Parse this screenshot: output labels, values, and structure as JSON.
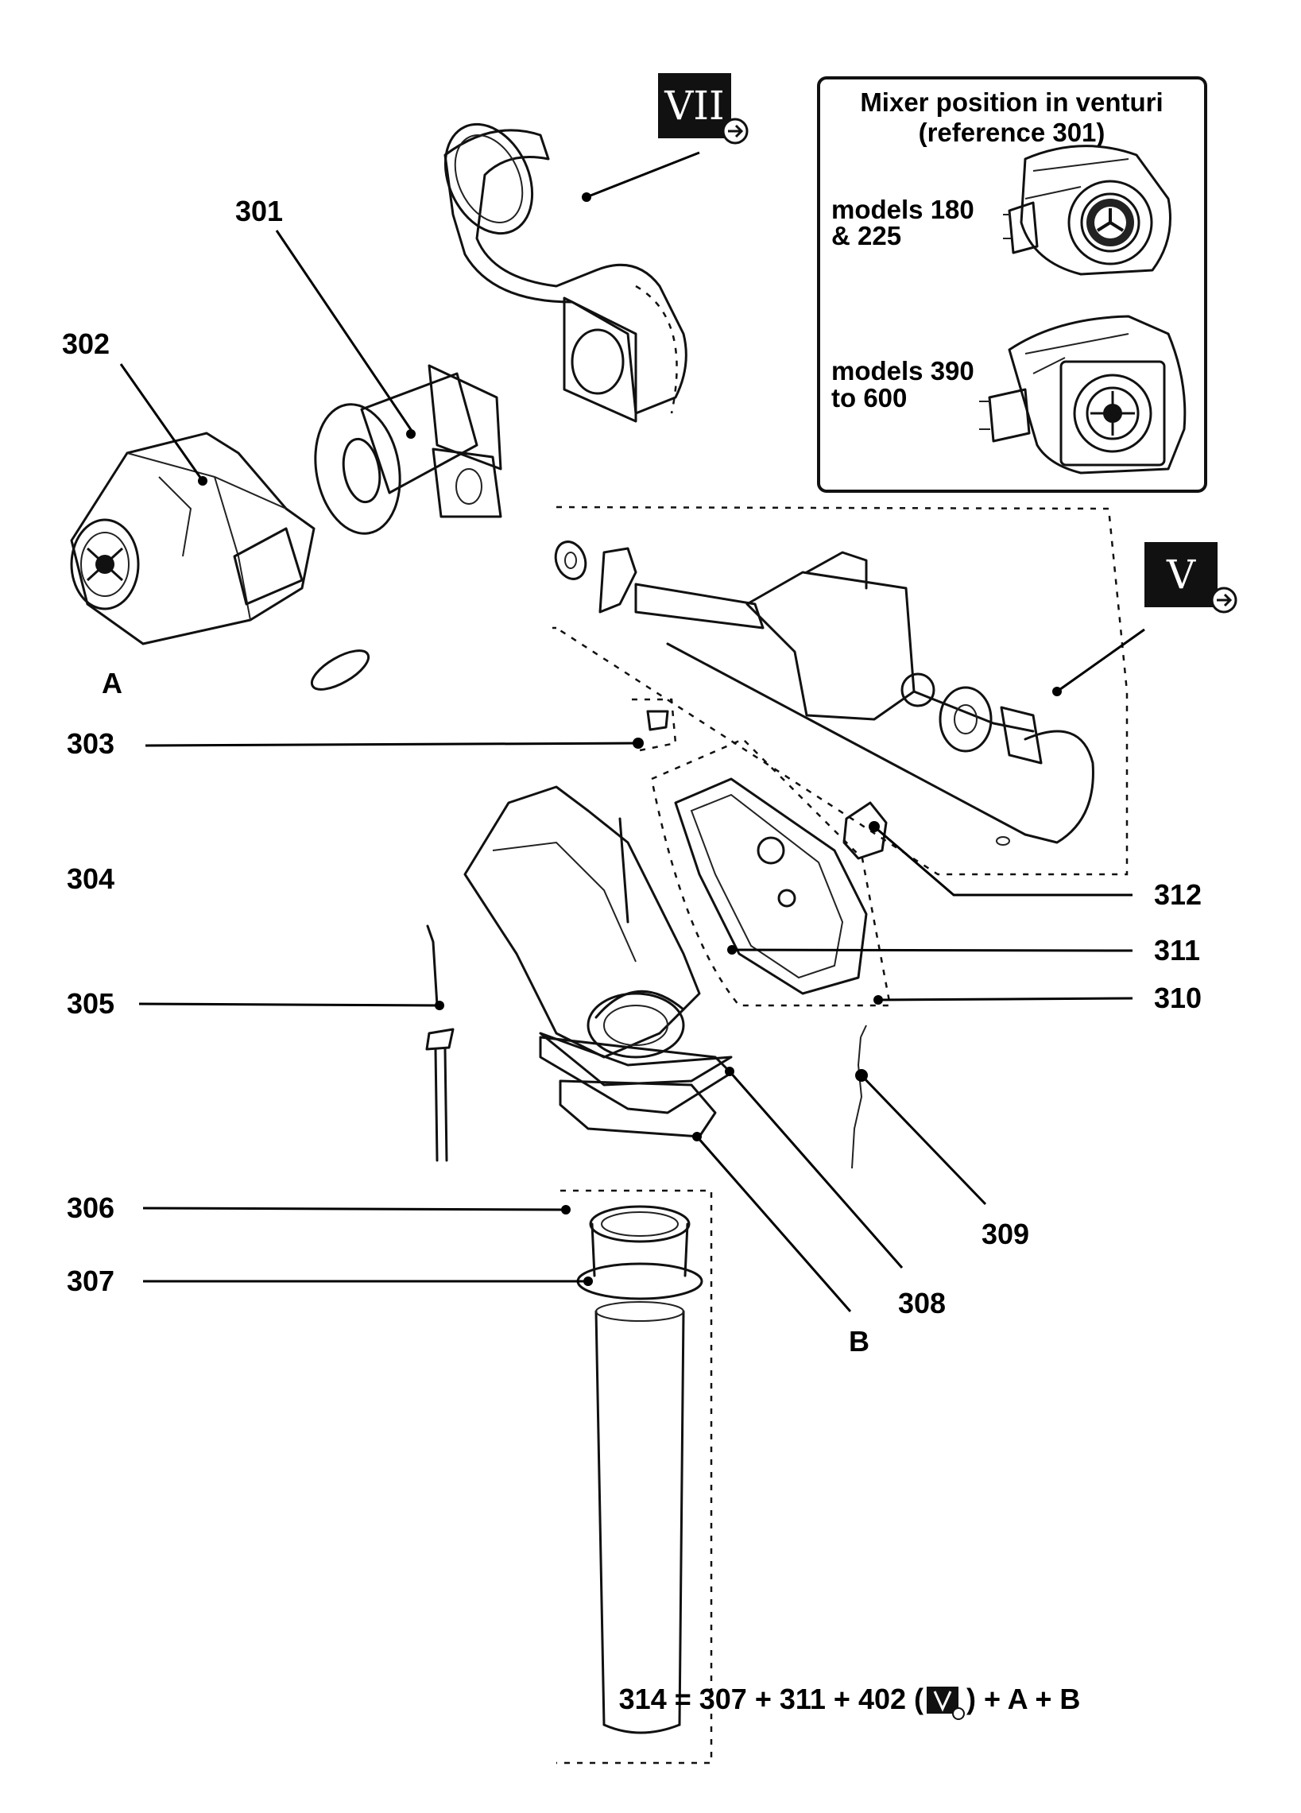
{
  "labels": {
    "p301": "301",
    "p302": "302",
    "p303": "303",
    "p304": "304",
    "p305": "305",
    "p306": "306",
    "p307": "307",
    "p308": "308",
    "p309": "309",
    "p310": "310",
    "p311": "311",
    "p312": "312",
    "a": "A",
    "b": "B"
  },
  "refs": {
    "vii": "VII",
    "v": "V"
  },
  "inset": {
    "title_line1": "Mixer position in venturi",
    "title_line2": "(reference 301)",
    "model_a_line1": "models 180",
    "model_a_line2": "& 225",
    "model_b_line1": "models 390",
    "model_b_line2": "to 600"
  },
  "formula": {
    "left": "314 = 307 + 311 + 402 (",
    "right": ") + A + B"
  },
  "colors": {
    "ink": "#000000",
    "ref_box": "#111111",
    "paper": "#ffffff"
  }
}
